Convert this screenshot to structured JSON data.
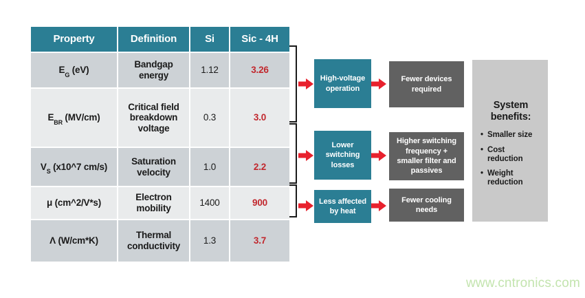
{
  "table": {
    "headers": {
      "property": "Property",
      "definition": "Definition",
      "si": "Si",
      "sic": "Sic - 4H"
    },
    "rows": [
      {
        "property_base": "E",
        "property_sub": "G",
        "property_rest": " (eV)",
        "definition": "Bandgap energy",
        "si": "1.12",
        "sic": "3.26"
      },
      {
        "property_base": "E",
        "property_sub": "BR",
        "property_rest": " (MV/cm)",
        "definition": "Critical field breakdown voltage",
        "si": "0.3",
        "sic": "3.0"
      },
      {
        "property_base": "V",
        "property_sub": "S",
        "property_rest": " (x10^7 cm/s)",
        "definition": "Saturation velocity",
        "si": "1.0",
        "sic": "2.2"
      },
      {
        "property_base": "μ",
        "property_sub": "",
        "property_rest": " (cm^2/V*s)",
        "definition": "Electron mobility",
        "si": "1400",
        "sic": "900"
      },
      {
        "property_base": "Λ",
        "property_sub": "",
        "property_rest": " (W/cm*K)",
        "definition": "Thermal conductivity",
        "si": "1.3",
        "sic": "3.7"
      }
    ]
  },
  "flows": [
    {
      "cause": "High-voltage operation",
      "effect": "Fewer devices required"
    },
    {
      "cause": "Lower switching losses",
      "effect": "Higher switching frequency + smaller filter and passives"
    },
    {
      "cause": "Less affected by heat",
      "effect": "Fewer cooling needs"
    }
  ],
  "system_benefits": {
    "title": "System benefits:",
    "items": [
      "Smaller size",
      "Cost reduction",
      "Weight reduction"
    ]
  },
  "watermark": "www.cntronics.com",
  "colors": {
    "teal": "#2b7e94",
    "box_dark_gray": "#616161",
    "panel_gray": "#c9c9c9",
    "row_dark": "#cdd2d6",
    "row_light": "#e9ebec",
    "arrow_red": "#e8212d",
    "value_red": "#c1272d",
    "watermark_green": "#c3e4ae"
  }
}
